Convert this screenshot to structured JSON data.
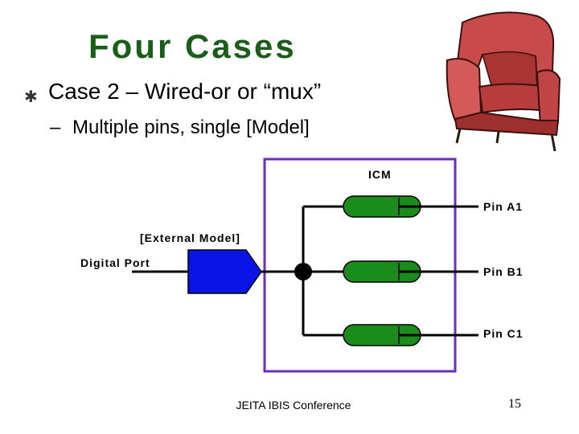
{
  "slide": {
    "title": "Four Cases",
    "bullet_marker": "✱",
    "bullet": "Case 2 – Wired-or or “mux”",
    "sub_marker": "–",
    "sub_bullet": "Multiple pins, single [Model]"
  },
  "diagram": {
    "icm_label": "ICM",
    "external_model_label": "[External Model]",
    "digital_port_label": "Digital Port",
    "pins": [
      "Pin A1",
      "Pin B1",
      "Pin C1"
    ],
    "colors": {
      "box": "#6a2fb5",
      "pin_body": "#1a8c1a",
      "buffer": "#0a14e6",
      "wire": "#000000"
    }
  },
  "footer": {
    "conference": "JEITA IBIS Conference",
    "page_number": "15"
  }
}
